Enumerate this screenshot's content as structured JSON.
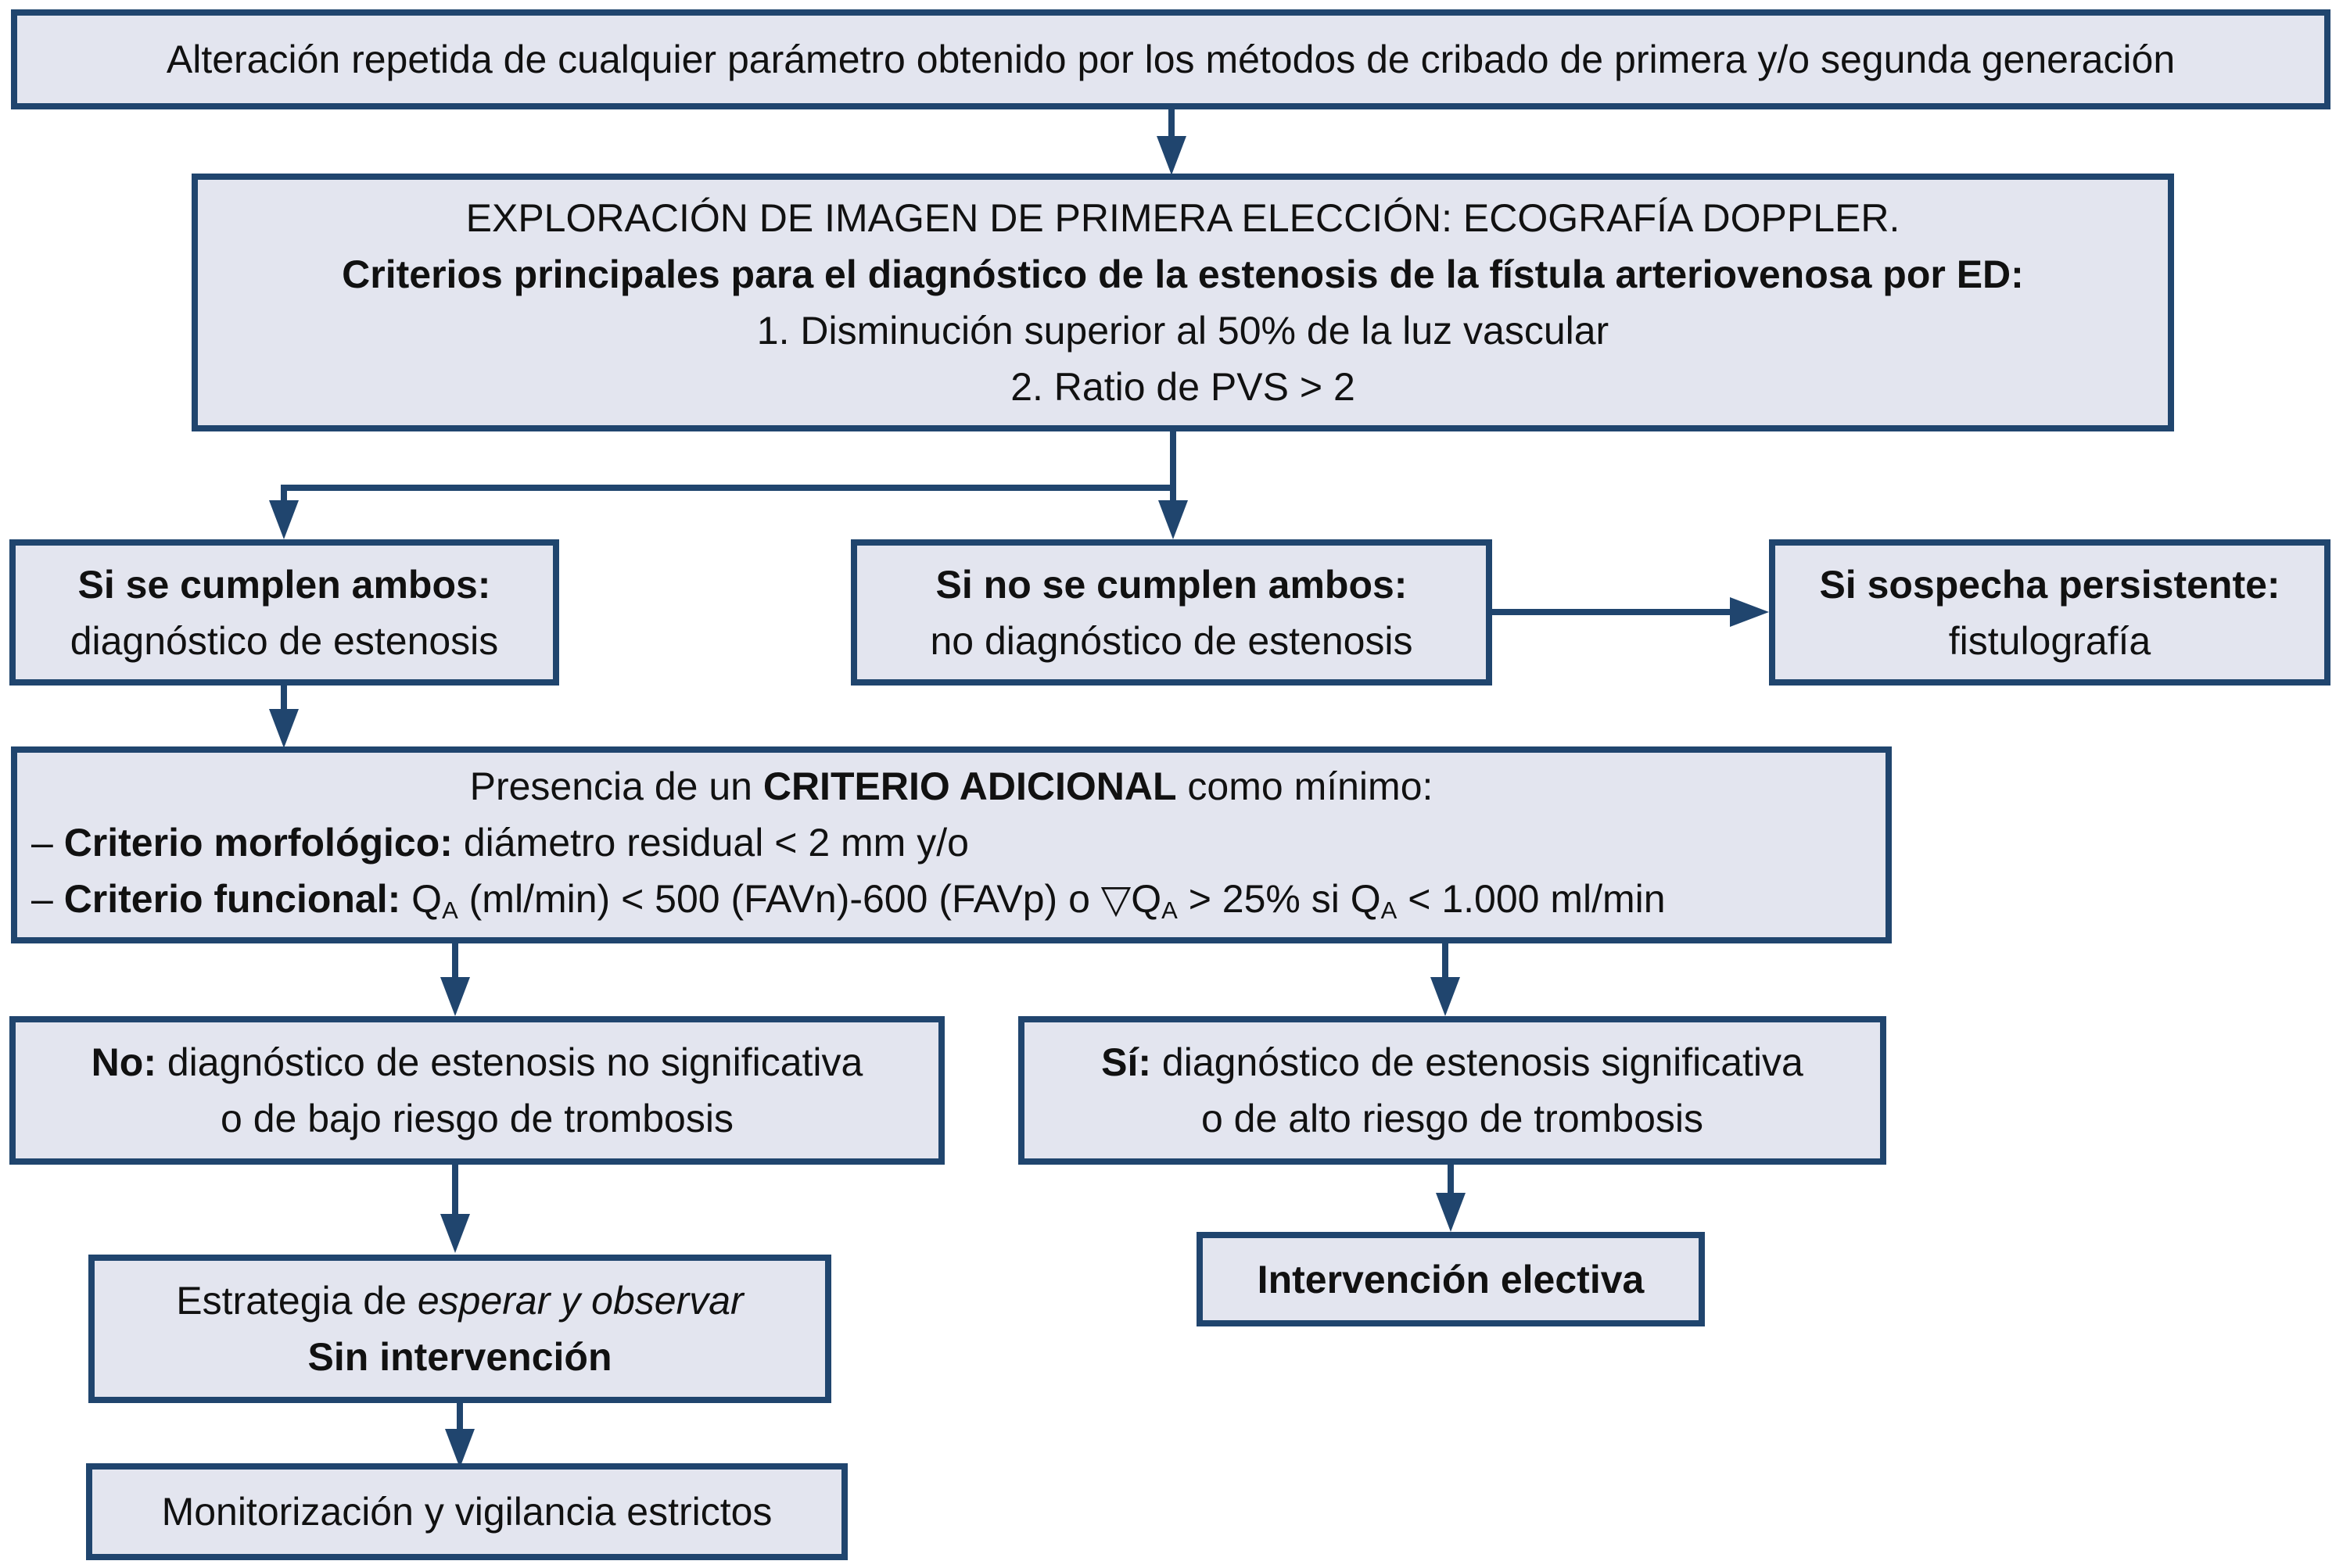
{
  "colors": {
    "box_fill": "#e3e5ef",
    "box_border": "#20456e",
    "arrow": "#20456e",
    "text": "#111111",
    "background": "#ffffff"
  },
  "nodes": {
    "screening": {
      "text": "Alteración repetida de cualquier parámetro obtenido por los métodos de cribado de primera y/o segunda generación"
    },
    "exploration": {
      "line1": "EXPLORACIÓN DE IMAGEN DE PRIMERA ELECCIÓN: ECOGRAFÍA DOPPLER.",
      "line2": "Criterios principales para el diagnóstico de la estenosis de la fístula arteriovenosa por ED:",
      "line3": "1. Disminución superior al 50% de la luz vascular",
      "line4": "2. Ratio de PVS > 2"
    },
    "both_met": {
      "title": "Si se cumplen ambos:",
      "subtitle": "diagnóstico de estenosis"
    },
    "both_not_met": {
      "title": "Si no se cumplen ambos:",
      "subtitle": "no diagnóstico de estenosis"
    },
    "persistent_suspicion": {
      "title": "Si sospecha persistente:",
      "subtitle": "fistulografía"
    },
    "additional_criterion": {
      "intro_pre": "Presencia de un ",
      "intro_bold": "CRITERIO ADICIONAL",
      "intro_post": " como mínimo:",
      "morph_dash": "– ",
      "morph_bold": "Criterio morfológico:",
      "morph_rest": " diámetro residual < 2 mm y/o",
      "func_dash": "– ",
      "func_bold": "Criterio funcional:",
      "func_seg1": " Q",
      "func_sub1": "A",
      "func_seg2": " (ml/min) < 500 (FAVn)-600 (FAVp) o ▽Q",
      "func_sub2": "A",
      "func_seg3": " > 25% si Q",
      "func_sub3": "A",
      "func_seg4": " < 1.000 ml/min"
    },
    "no_branch": {
      "bold": "No:",
      "rest": " diagnóstico de estenosis no significativa",
      "line2": "o de bajo riesgo de trombosis"
    },
    "yes_branch": {
      "bold": "Sí:",
      "rest": " diagnóstico de estenosis significativa",
      "line2": "o de alto riesgo de trombosis"
    },
    "wait_and_watch": {
      "pre": "Estrategia de ",
      "italic": "esperar y observar",
      "line2": "Sin intervención"
    },
    "elective_intervention": {
      "text": "Intervención electiva"
    },
    "monitoring": {
      "text": "Monitorización y vigilancia estrictos"
    }
  }
}
